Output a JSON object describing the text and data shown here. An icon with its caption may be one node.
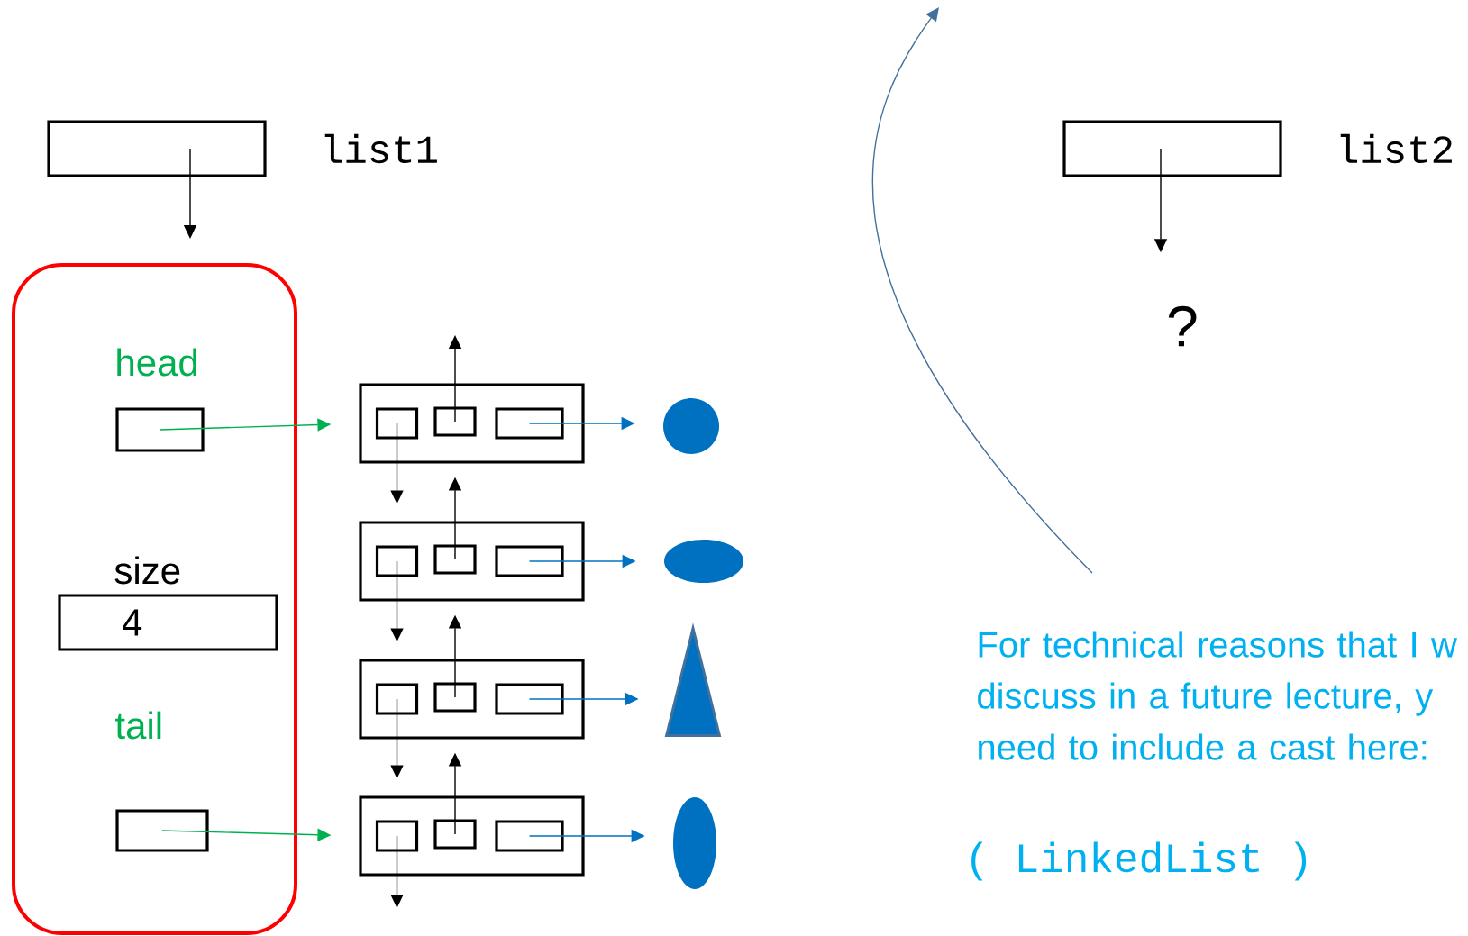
{
  "diagram": {
    "nodes": [
      {
        "text": [],
        "shape": "box",
        "beside": [
          "list1"
        ]
      },
      {
        "text": [],
        "shape": "box"
      },
      {
        "text": [
          "head"
        ],
        "in": 1
      },
      {
        "text": [
          "size",
          "4"
        ],
        "in": 1
      },
      {
        "text": [
          "tail"
        ],
        "in": 1
      },
      {
        "text": [],
        "shape": "box"
      },
      {
        "text": [],
        "shape": "box",
        "in": 5
      },
      {
        "text": [],
        "shape": "box",
        "in": 5
      },
      {
        "text": [],
        "shape": "box",
        "in": 5
      },
      {
        "text": [],
        "shape": "box"
      },
      {
        "text": [],
        "shape": "box",
        "in": 9
      },
      {
        "text": [],
        "shape": "box",
        "in": 9
      },
      {
        "text": [],
        "shape": "box",
        "in": 9
      },
      {
        "text": [],
        "shape": "box"
      },
      {
        "text": [],
        "shape": "box",
        "in": 13
      },
      {
        "text": [],
        "shape": "box",
        "in": 13
      },
      {
        "text": [],
        "shape": "box",
        "in": 13
      },
      {
        "text": [],
        "shape": "box"
      },
      {
        "text": [],
        "shape": "box",
        "in": 17
      },
      {
        "text": [],
        "shape": "box",
        "in": 17
      },
      {
        "text": [],
        "shape": "box",
        "in": 17
      },
      {
        "text": [],
        "shape": "circle"
      },
      {
        "text": [],
        "shape": "ellipse"
      },
      {
        "text": [],
        "shape": "triangle"
      },
      {
        "text": [],
        "shape": "ellipse"
      },
      {
        "text": [],
        "shape": "box",
        "beside": [
          "list2"
        ]
      },
      {
        "text": [
          "?"
        ]
      },
      {
        "text": [
          "For technical reasons that I w discuss in a future lecture, y need to include a cast here:"
        ]
      }
    ],
    "edges": [
      {
        "from": 0,
        "to": 1,
        "arrow": "to"
      },
      {
        "from": 2,
        "to": 5,
        "arrow": "to",
        "color": "#00b050"
      },
      {
        "from": 4,
        "to": 17,
        "arrow": "to",
        "color": "#00b050"
      },
      {
        "from": 7,
        "to": null,
        "arrow": "to"
      },
      {
        "from": 6,
        "to": 9,
        "arrow": "to"
      },
      {
        "from": 11,
        "to": 5,
        "arrow": "to"
      },
      {
        "from": 10,
        "to": 13,
        "arrow": "to"
      },
      {
        "from": 15,
        "to": 9,
        "arrow": "to"
      },
      {
        "from": 14,
        "to": 17,
        "arrow": "to"
      },
      {
        "from": 19,
        "to": 13,
        "arrow": "to"
      },
      {
        "from": 18,
        "to": null,
        "arrow": "to"
      },
      {
        "from": 8,
        "to": 21,
        "arrow": "to",
        "color": "#0070c0"
      },
      {
        "from": 12,
        "to": 22,
        "arrow": "to",
        "color": "#0070c0"
      },
      {
        "from": 16,
        "to": 23,
        "arrow": "to",
        "color": "#0070c0"
      },
      {
        "from": 20,
        "to": 24,
        "arrow": "to",
        "color": "#0070c0"
      },
      {
        "from": 25,
        "to": 26,
        "arrow": "to"
      },
      {
        "from": 27,
        "to": null,
        "arrow": "to",
        "color": "#41719c"
      }
    ],
    "labels": [
      "( LinkedList )"
    ]
  }
}
